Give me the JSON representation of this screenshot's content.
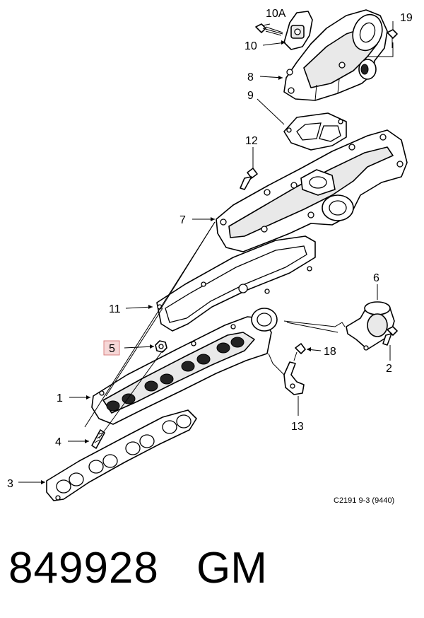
{
  "callouts": {
    "c10A": "10A",
    "c19": "19",
    "c10": "10",
    "c8": "8",
    "c9": "9",
    "c12": "12",
    "c7": "7",
    "c6": "6",
    "c11": "11",
    "c5": "5",
    "c18": "18",
    "c2": "2",
    "c1": "1",
    "c13": "13",
    "c4": "4",
    "c3": "3"
  },
  "colors": {
    "highlight_border": "#d98080",
    "highlight_fill": "#f6d7d7",
    "line": "#000000"
  },
  "highlighted_callout": "5",
  "caption": "C2191 9-3 (9440)",
  "footer": {
    "part_number": "849928",
    "brand": "GM"
  }
}
